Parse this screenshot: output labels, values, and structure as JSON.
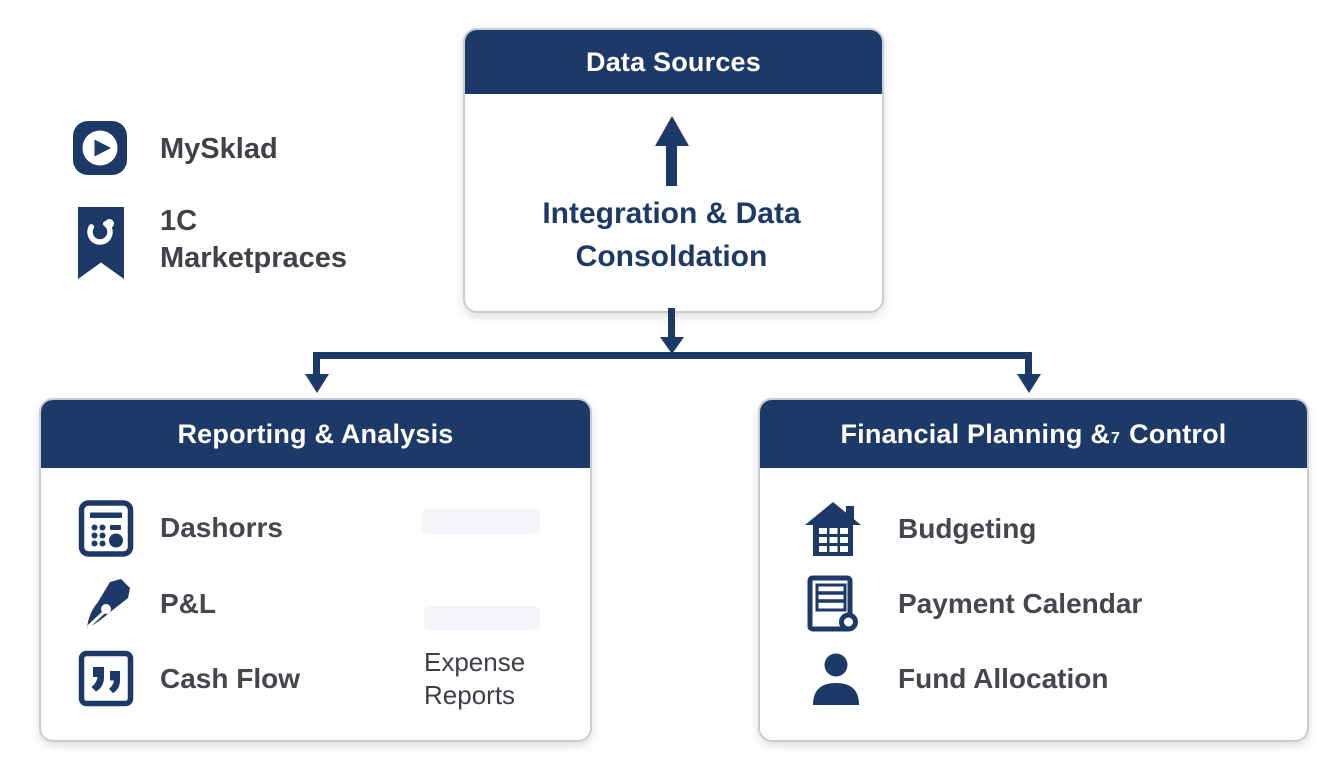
{
  "colors": {
    "navy": "#1d3968",
    "label_gray": "#44474c",
    "box_border": "#c9cdd3",
    "placeholder_gray": "#f3f5f8",
    "background": "#ffffff"
  },
  "top_box": {
    "title": "Data Sources",
    "body_line1": "Integration & Data",
    "body_line2": "Consoldation"
  },
  "sources": {
    "items": [
      {
        "icon": "play-icon",
        "label": "MySklad"
      },
      {
        "icon": "bookmark-sync-icon",
        "label_line1": "1C",
        "label_line2": "Marketpraces"
      }
    ]
  },
  "left_box": {
    "title": "Reporting & Analysis",
    "items": [
      {
        "icon": "calculator-icon",
        "label": "Dashorrs"
      },
      {
        "icon": "pen-nib-icon",
        "label": "P&L"
      },
      {
        "icon": "quote-icon",
        "label": "Cash Flow"
      }
    ],
    "side_note": {
      "line1": "Expense",
      "line2": "Reports"
    }
  },
  "right_box": {
    "title_pre": "Financial Planning &",
    "title_glyph": "7",
    "title_post": "Control",
    "items": [
      {
        "icon": "house-grid-icon",
        "label": "Budgeting"
      },
      {
        "icon": "document-lines-icon",
        "label": "Payment Calendar"
      },
      {
        "icon": "person-icon",
        "label": "Fund Allocation"
      }
    ]
  }
}
